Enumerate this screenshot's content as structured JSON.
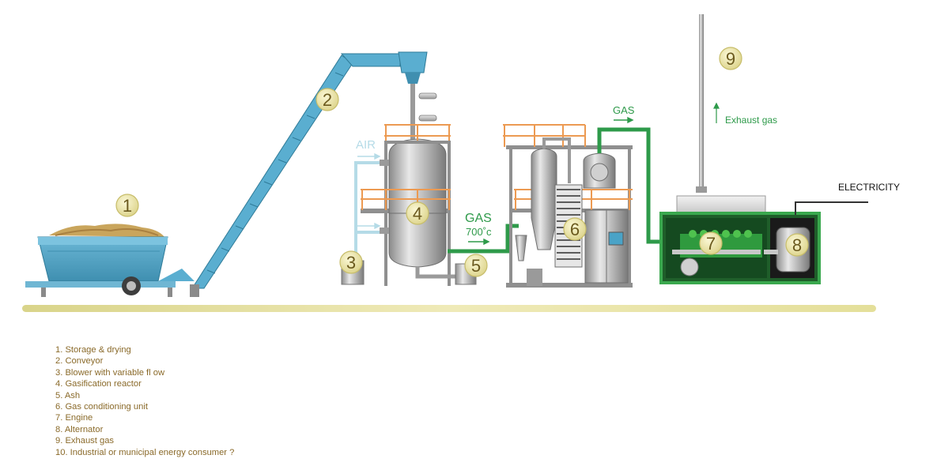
{
  "labels": {
    "air": "AIR",
    "gas_main": "GAS",
    "gas_temp": "700˚c",
    "gas_top": "GAS",
    "exhaust": "Exhaust gas",
    "electricity": "ELECTRICITY"
  },
  "markers": [
    "1",
    "2",
    "3",
    "4",
    "5",
    "6",
    "7",
    "8",
    "9"
  ],
  "legend": [
    "1. Storage & drying",
    "2. Conveyor",
    "3. Blower with variable fl ow",
    "4. Gasification reactor",
    "5. Ash",
    "6. Gas conditioning unit",
    "7. Engine",
    "8. Alternator",
    "9. Exhaust gas",
    "10. Industrial or municipal energy consumer ?"
  ],
  "colors": {
    "conveyor": "#5aaed0",
    "air_pipe": "#b5dbe7",
    "gas_pipe": "#2e9a4a",
    "orange_rail": "#ec9a52",
    "steel": "#a9a9a9",
    "marker_fill": "#ece6a6",
    "ground_line": "#e4df9a",
    "legend_text": "#8a6a2a"
  }
}
